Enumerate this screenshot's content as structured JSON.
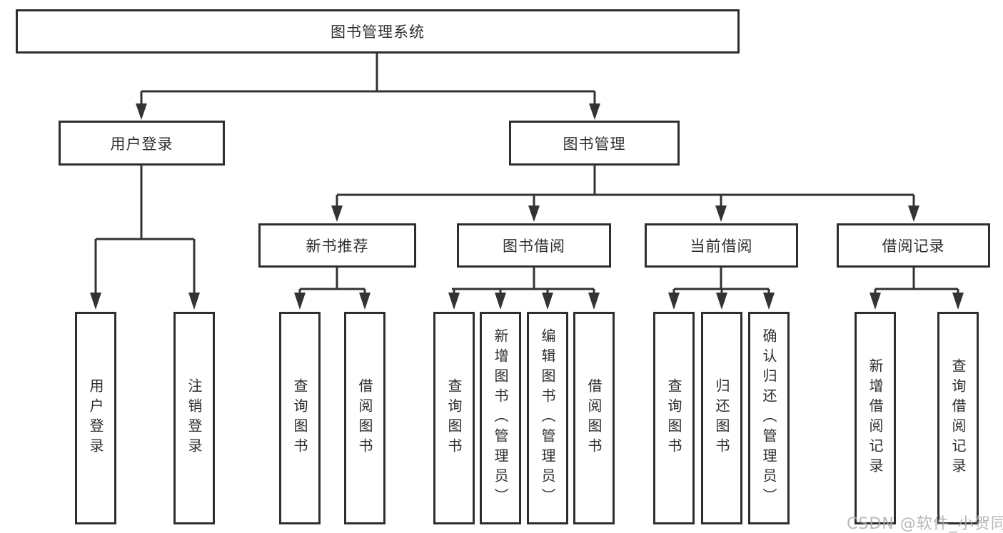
{
  "tree": {
    "label": "图书管理系统",
    "children": [
      {
        "label": "用户登录",
        "children": [
          {
            "label": "用户登录"
          },
          {
            "label": "注销登录"
          }
        ]
      },
      {
        "label": "图书管理",
        "children": [
          {
            "label": "新书推荐",
            "children": [
              {
                "label": "查询图书"
              },
              {
                "label": "借阅图书"
              }
            ]
          },
          {
            "label": "图书借阅",
            "children": [
              {
                "label": "查询图书"
              },
              {
                "label": "新增图书（管理员）"
              },
              {
                "label": "编辑图书（管理员）"
              },
              {
                "label": "借阅图书"
              }
            ]
          },
          {
            "label": "当前借阅",
            "children": [
              {
                "label": "查询图书"
              },
              {
                "label": "归还图书"
              },
              {
                "label": "确认归还（管理员）"
              }
            ]
          },
          {
            "label": "借阅记录",
            "children": [
              {
                "label": "新增借阅记录"
              },
              {
                "label": "查询借阅记录"
              }
            ]
          }
        ]
      }
    ]
  },
  "watermark": {
    "text": "CSDN @软件_小贺同学"
  },
  "colors": {
    "background": "#ffffff",
    "box_border": "#2e2e2e",
    "box_fill": "#ffffff",
    "line": "#333333",
    "text": "#2e2e2e",
    "watermark": "#acacac"
  }
}
